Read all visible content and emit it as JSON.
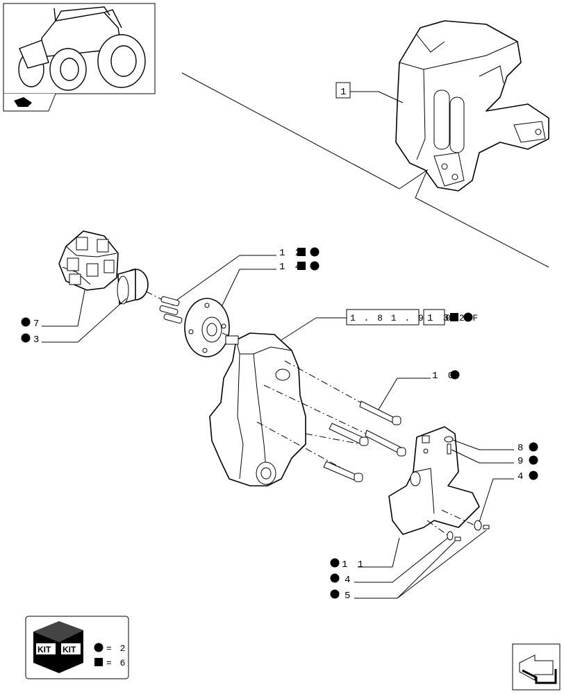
{
  "callouts": [
    {
      "id": "ref-1",
      "text": "1"
    },
    {
      "id": "ref-12",
      "text": "1 2"
    },
    {
      "id": "ref-14",
      "text": "1 4"
    },
    {
      "id": "ref-group",
      "text": "1 . 8 1 . 9 / 0 2 F"
    },
    {
      "id": "ref-13",
      "text": "1 3"
    },
    {
      "id": "ref-10",
      "text": "1 0"
    },
    {
      "id": "ref-7",
      "text": "7"
    },
    {
      "id": "ref-3",
      "text": "3"
    },
    {
      "id": "ref-8",
      "text": "8"
    },
    {
      "id": "ref-9",
      "text": "9"
    },
    {
      "id": "ref-4a",
      "text": "4"
    },
    {
      "id": "ref-11",
      "text": "1 1"
    },
    {
      "id": "ref-4b",
      "text": "4"
    },
    {
      "id": "ref-5",
      "text": "5"
    }
  ],
  "kit_legend": {
    "kit_text_1": "KIT",
    "kit_text_2": "KIT",
    "circle_value": "= 2",
    "square_value": "= 6"
  },
  "icons": [
    "tractor-thumbnail",
    "kit-box-icon",
    "next-page-arrow-icon",
    "page-nav-icon"
  ]
}
